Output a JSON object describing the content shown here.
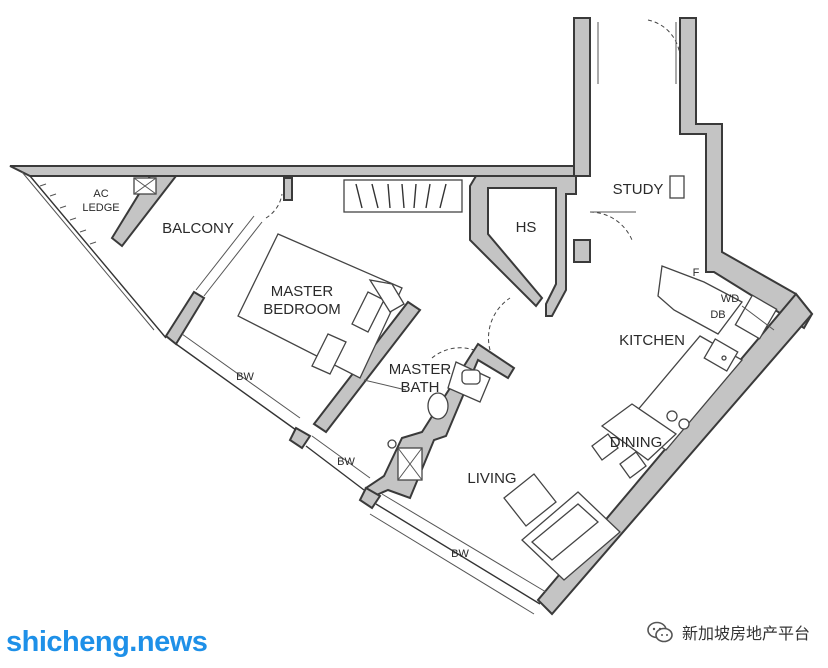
{
  "rooms": {
    "ac_ledge_1": "AC",
    "ac_ledge_2": "LEDGE",
    "balcony": "BALCONY",
    "master_bedroom_1": "MASTER",
    "master_bedroom_2": "BEDROOM",
    "master_bath_1": "MASTER",
    "master_bath_2": "BATH",
    "hs": "HS",
    "study": "STUDY",
    "kitchen": "KITCHEN",
    "dining": "DINING",
    "living": "LIVING",
    "bw_1": "BW",
    "bw_2": "BW",
    "bw_3": "BW",
    "fridge": "F",
    "washer_dryer": "WD",
    "db": "DB"
  },
  "watermarks": {
    "site": "shicheng.news",
    "account": "新加坡房地产平台"
  },
  "colors": {
    "wall_fill": "#c4c4c4",
    "wall_stroke": "#3a3a3a",
    "site_watermark": "#1e90e8"
  },
  "icons": [
    "wechat-icon"
  ]
}
